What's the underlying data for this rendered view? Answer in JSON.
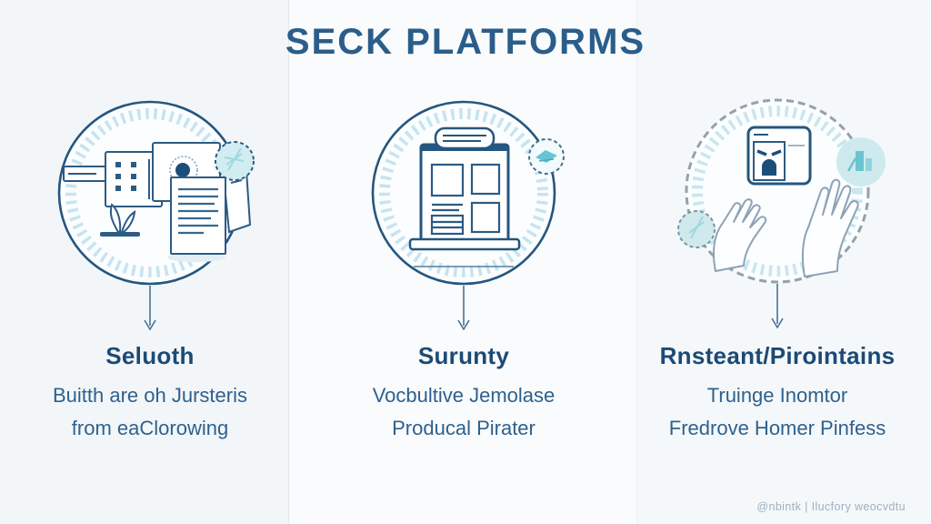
{
  "title": "SECK PLATFORMS",
  "columns": [
    {
      "heading": "Seluoth",
      "line1": "Buitth are oh Jursteris",
      "line2": "from eaClorowing",
      "icon": "workstation-documents-illustration",
      "badge": "dashed-sun-badge"
    },
    {
      "heading": "Surunty",
      "line1": "Vocbultive Jemolase",
      "line2": "Producal Pirater",
      "icon": "storefront-clipboard-illustration",
      "badge": "dashed-diamond-badge"
    },
    {
      "heading": "Rnsteant/Pirointains",
      "line1": "Truinge Inomtor",
      "line2": "Fredrove Homer Pinfess",
      "icon": "hands-typing-illustration",
      "badge": "teal-building-badge"
    }
  ],
  "footer": {
    "credit": "@nbintk | Ilucfory weocvdtu"
  },
  "colors": {
    "navy_stroke": "#24567f",
    "title_text": "#2b5d8a",
    "heading_text": "#1c4a75",
    "body_text": "#2e618e",
    "tick_ring": "#c6e4f1",
    "teal_accent": "#66c5d4",
    "gray_ring": "#94a1ae",
    "arrow": "#4a7294",
    "footer_text": "#9db0c2",
    "background": "#f6f9fb"
  }
}
